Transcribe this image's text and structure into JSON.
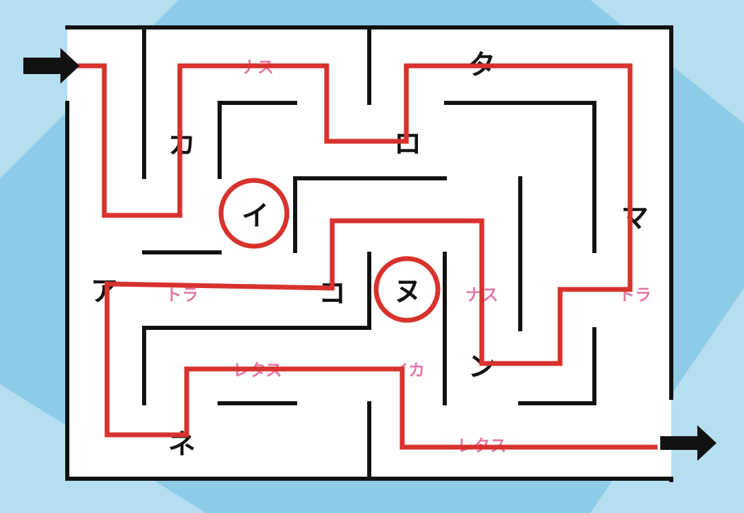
{
  "colors": {
    "background": "#8ecbe6",
    "background_light": "#b5def0",
    "maze_bg": "#ffffff",
    "wall": "#111111",
    "path": "#d8322c",
    "circle": "#d8322c",
    "arrow": "#111111",
    "pink_text": "#e0609a"
  },
  "entrance": {
    "icon": "arrow-right-icon"
  },
  "exit": {
    "icon": "arrow-right-icon"
  },
  "letters": [
    {
      "id": "ka",
      "text": "カ"
    },
    {
      "id": "i",
      "text": "イ",
      "circled": true
    },
    {
      "id": "ro",
      "text": "ロ"
    },
    {
      "id": "ta",
      "text": "タ"
    },
    {
      "id": "ma",
      "text": "マ"
    },
    {
      "id": "a",
      "text": "ア"
    },
    {
      "id": "ko",
      "text": "コ"
    },
    {
      "id": "nu",
      "text": "ヌ",
      "circled": true
    },
    {
      "id": "n",
      "text": "ン"
    },
    {
      "id": "ne",
      "text": "ネ"
    }
  ],
  "pink_labels": [
    {
      "id": "nasu-top",
      "text": "ナス"
    },
    {
      "id": "tora-left",
      "text": "トラ"
    },
    {
      "id": "nasu-mid",
      "text": "ナス"
    },
    {
      "id": "tora-right",
      "text": "トラ"
    },
    {
      "id": "retasu-left",
      "text": "レタス"
    },
    {
      "id": "ika",
      "text": "イカ"
    },
    {
      "id": "retasu-bottom",
      "text": "レタス"
    }
  ]
}
